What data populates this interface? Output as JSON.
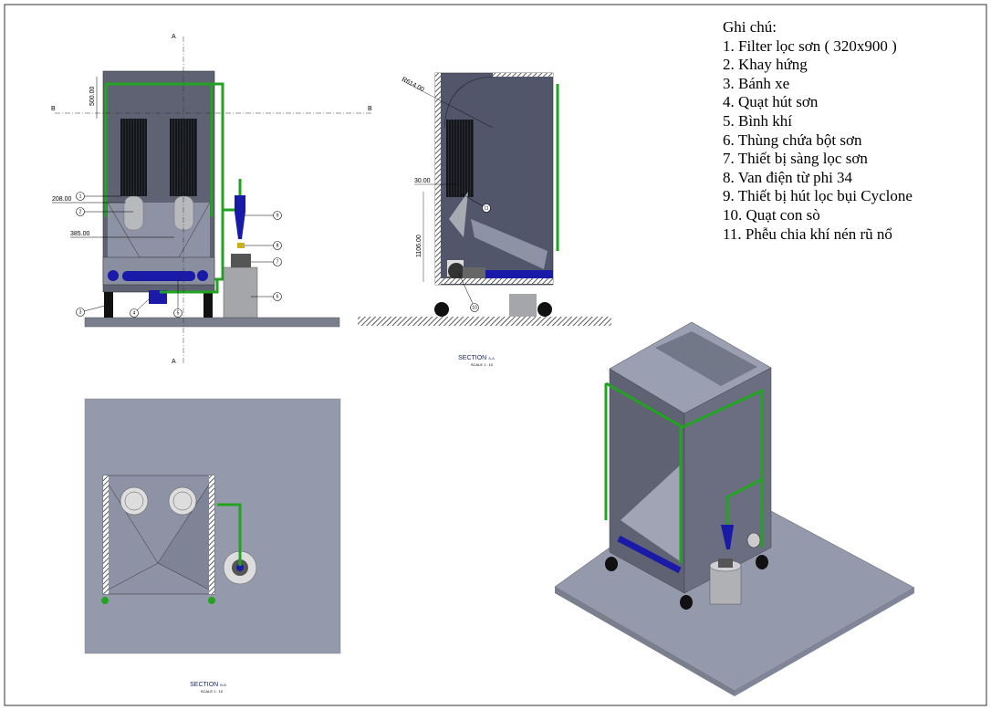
{
  "legend": {
    "title": "Ghi chú:",
    "items": [
      "1. Filter lọc sơn ( 320x900 )",
      "2. Khay hứng",
      "3. Bánh xe",
      "4. Quạt hút sơn",
      "5. Bình khí",
      "6. Thùng chứa bột sơn",
      "7. Thiết bị sàng lọc sơn",
      "8. Van điện từ phi 34",
      "9. Thiết bị hút lọc bụi Cyclone",
      "10. Quạt con sò",
      "11. Phễu chia khí nén rũ nổ"
    ]
  },
  "front_view": {
    "section_marks": {
      "a_top": "A",
      "a_bottom": "A",
      "b_left": "B",
      "b_right": "B"
    },
    "dimensions": {
      "height_top": "500.00",
      "filter_offset": "208.00",
      "spacing": "385.00"
    },
    "callouts": [
      "1",
      "2",
      "3",
      "4",
      "5",
      "6",
      "7",
      "8",
      "9"
    ]
  },
  "side_view": {
    "dimensions": {
      "radius": "R614.00",
      "gap": "30.00",
      "height": "1106.00"
    },
    "callouts": [
      "10",
      "11"
    ],
    "section_title": "SECTION",
    "section_id": "A-A",
    "scale": "SCALE 1 : 10"
  },
  "top_view": {
    "section_title": "SECTION",
    "section_id": "B-B",
    "scale": "SCALE 1 : 10"
  },
  "colors": {
    "pipe": "#22a322",
    "cyclone": "#1a1aa8",
    "body": "#5c6070",
    "plate": "#9499ab"
  }
}
